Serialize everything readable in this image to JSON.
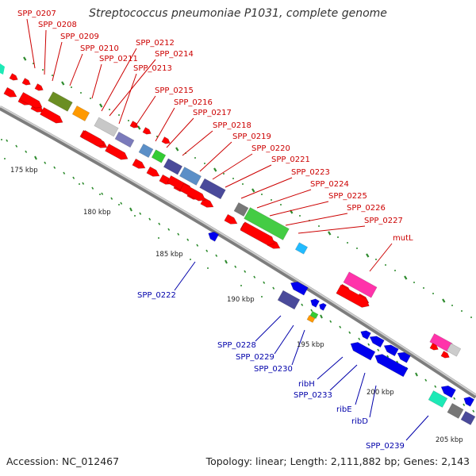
{
  "title": "Streptococcus pneumoniae P1031, complete genome",
  "footer": {
    "accession": "Accession: NC_012467",
    "summary": "Topology: linear; Length: 2,111,882 bp; Genes: 2,143"
  },
  "colors": {
    "forward_label": "#cc0000",
    "reverse_label": "#0000aa",
    "forward_gene": "#ff0000",
    "reverse_gene": "#0000ee",
    "backbone": "#888888",
    "tick": "#228b22"
  },
  "scale_labels": [
    "175 kbp",
    "180 kbp",
    "185 kbp",
    "190 kbp",
    "195 kbp",
    "200 kbp",
    "205 kbp"
  ],
  "forward_labels": [
    "SPP_0207",
    "SPP_0208",
    "SPP_0209",
    "SPP_0210",
    "SPP_0211",
    "SPP_0212",
    "SPP_0214",
    "SPP_0213",
    "SPP_0215",
    "SPP_0216",
    "SPP_0217",
    "SPP_0218",
    "SPP_0219",
    "SPP_0220",
    "SPP_0221",
    "SPP_0223",
    "SPP_0224",
    "SPP_0225",
    "SPP_0226",
    "SPP_0227",
    "mutL"
  ],
  "reverse_labels": [
    "SPP_0222",
    "SPP_0228",
    "SPP_0229",
    "SPP_0230",
    "ribH",
    "SPP_0233",
    "ribE",
    "ribD",
    "SPP_0239"
  ]
}
